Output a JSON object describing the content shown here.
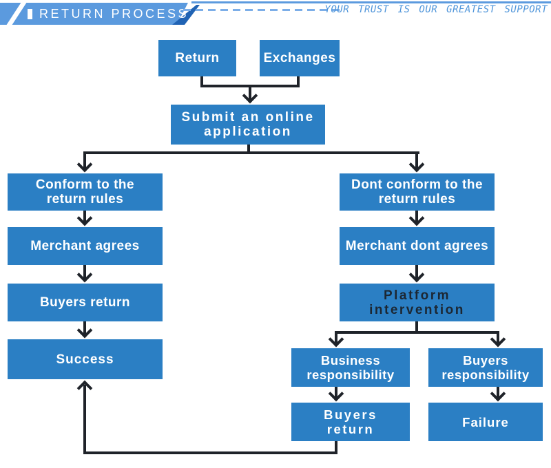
{
  "header": {
    "title": "RETURN PROCESS",
    "tagline": "YOUR TRUST IS OUR GREATEST SUPPORT"
  },
  "colors": {
    "box_blue": "#2b7fc4",
    "banner_blue": "#5b9ade",
    "banner_dark_blue": "#2063b4",
    "dash_blue": "#7caee8",
    "tagline_blue": "#4f95da",
    "connector_dark": "#1f2329",
    "platform_text_dark": "#1c2733"
  },
  "nodes": {
    "return": {
      "label": "Return"
    },
    "exchanges": {
      "label": "Exchanges"
    },
    "submit": {
      "line1": "Submit an online",
      "line2": "application"
    },
    "conform": {
      "line1": "Conform to the",
      "line2": "return rules"
    },
    "dont_conform": {
      "line1": "Dont conform to the",
      "line2": "return rules"
    },
    "merchant_agrees": {
      "label": "Merchant agrees"
    },
    "merchant_dont_agrees": {
      "label": "Merchant dont agrees"
    },
    "buyers_return_left": {
      "label": "Buyers return"
    },
    "platform": {
      "line1": "Platform",
      "line2": "intervention"
    },
    "success": {
      "label": "Success"
    },
    "business_resp": {
      "line1": "Business",
      "line2": "responsibility"
    },
    "buyers_resp": {
      "line1": "Buyers",
      "line2": "responsibility"
    },
    "buyers_return_bottom": {
      "line1": "Buyers",
      "line2": "return"
    },
    "failure": {
      "label": "Failure"
    }
  }
}
